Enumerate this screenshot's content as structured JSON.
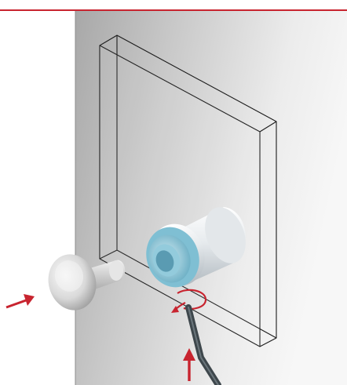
{
  "figure": {
    "type": "mounting-illustration",
    "elements": [
      "wall-panel",
      "glass-pane",
      "metal-sleeve",
      "cap-knob",
      "screwdriver-tool",
      "rotation-arrow",
      "push-arrow",
      "insert-arrow"
    ]
  },
  "colors": {
    "accent": "#c8242f",
    "wall_light": "#f3f3f3",
    "wall_dark": "#a9a9a9",
    "sleeve_blue": "#8fc6d8",
    "sleeve_metal": "#dfe3e6",
    "outline": "#1c1c1c",
    "tool": "#3e474c"
  }
}
